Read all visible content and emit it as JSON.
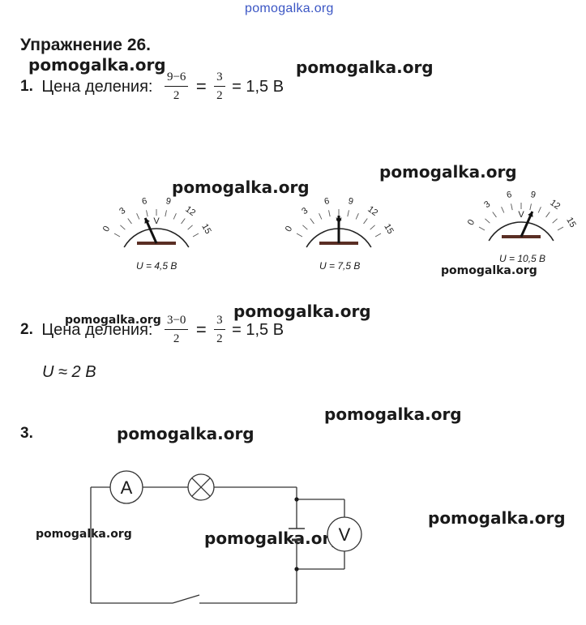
{
  "watermark_top": "pomogalka.org",
  "watermark": "pomogalka.org",
  "exercise_title": "Упражнение 26.",
  "task1": {
    "number": "1.",
    "label": "Цена деления:",
    "frac1_num": "9−6",
    "frac1_den": "2",
    "eq1": "=",
    "frac2_num": "3",
    "frac2_den": "2",
    "result": "= 1,5 В"
  },
  "meters": {
    "scale_labels": [
      "0",
      "3",
      "6",
      "9",
      "12",
      "15"
    ],
    "unit": "V",
    "readings_volts": [
      4.5,
      7.5,
      10.5
    ],
    "captions": [
      "U = 4,5 В",
      "U = 7,5 В",
      "U = 10,5 В"
    ]
  },
  "task2": {
    "number": "2.",
    "label": "Цена деления:",
    "frac1_num": "3−0",
    "frac1_den": "2",
    "eq1": "=",
    "frac2_num": "3",
    "frac2_den": "2",
    "result": "= 1,5 В",
    "answer": "U ≈ 2 В"
  },
  "task3": {
    "number": "3.",
    "ammeter_label": "A",
    "voltmeter_label": "V"
  }
}
